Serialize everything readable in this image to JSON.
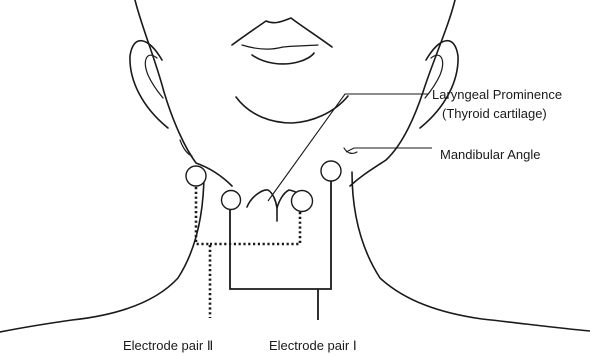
{
  "diagram": {
    "labels": {
      "laryngeal_prominence": "Laryngeal Prominence",
      "thyroid_cartilage": "(Thyroid cartilage)",
      "mandibular_angle": "Mandibular Angle",
      "electrode_pair_2": "Electrode pair Ⅱ",
      "electrode_pair_1": "Electrode pair Ⅰ"
    },
    "electrodes": [
      {
        "id": "pair1-left",
        "pair": "Ⅰ",
        "fill": "horizontal-stripes"
      },
      {
        "id": "pair1-right",
        "pair": "Ⅰ",
        "fill": "horizontal-stripes"
      },
      {
        "id": "pair2-left",
        "pair": "Ⅱ",
        "fill": "dotted"
      },
      {
        "id": "pair2-right",
        "pair": "Ⅱ",
        "fill": "dotted"
      }
    ],
    "wire_styles": {
      "pair_1": "solid",
      "pair_2": "dotted"
    }
  }
}
